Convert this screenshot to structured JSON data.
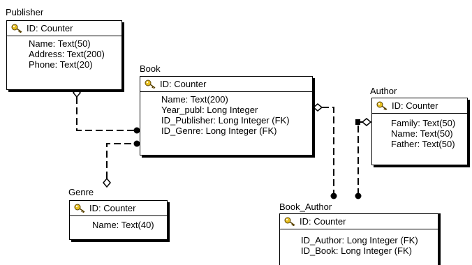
{
  "entities": {
    "publisher": {
      "name": "Publisher",
      "pk": "ID: Counter",
      "attributes": [
        "Name: Text(50)",
        "Address: Text(200)",
        "Phone: Text(20)"
      ]
    },
    "book": {
      "name": "Book",
      "pk": "ID: Counter",
      "attributes": [
        "Name: Text(200)",
        "Year_publ: Long Integer",
        "ID_Publisher: Long Integer (FK)",
        "ID_Genre: Long Integer (FK)"
      ]
    },
    "author": {
      "name": "Author",
      "pk": "ID: Counter",
      "attributes": [
        "Family: Text(50)",
        "Name: Text(50)",
        "Father: Text(50)"
      ]
    },
    "genre": {
      "name": "Genre",
      "pk": "ID: Counter",
      "attributes": [
        "Name: Text(40)"
      ]
    },
    "book_author": {
      "name": "Book_Author",
      "pk": "ID: Counter",
      "attributes": [
        "ID_Author: Long Integer (FK)",
        "ID_Book: Long Integer (FK)"
      ]
    }
  },
  "colors": {
    "line": "#000000",
    "key_gold": "#e8c020",
    "key_outline": "#5a4300"
  },
  "icons": {
    "primary_key": "key-icon"
  }
}
